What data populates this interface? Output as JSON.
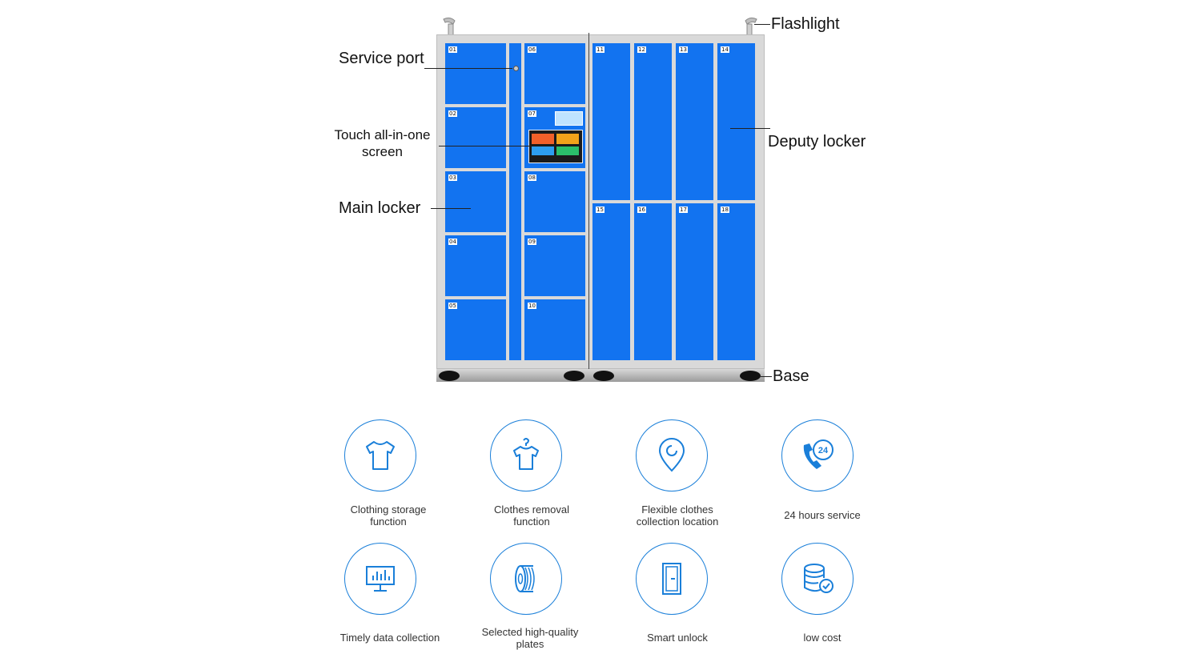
{
  "callouts": {
    "flashlight": "Flashlight",
    "service_port": "Service port",
    "touch_screen_line1": "Touch all-in-one",
    "touch_screen_line2": "screen",
    "main_locker": "Main locker",
    "deputy_locker": "Deputy locker",
    "base": "Base"
  },
  "main_locker_doors": [
    "01",
    "02",
    "03",
    "04",
    "05",
    "06",
    "07",
    "08",
    "09",
    "10"
  ],
  "deputy_locker_doors": [
    "11",
    "12",
    "13",
    "14",
    "15",
    "16",
    "17",
    "18"
  ],
  "features": [
    {
      "line1": "Clothing storage",
      "line2": "function",
      "icon": "t-shirt-icon"
    },
    {
      "line1": "Clothes removal",
      "line2": "function",
      "icon": "hanger-shirt-icon"
    },
    {
      "line1": "Flexible clothes",
      "line2": "collection location",
      "icon": "location-pin-icon"
    },
    {
      "line1": "24 hours service",
      "line2": "",
      "icon": "phone-24-icon"
    },
    {
      "line1": "Timely data collection",
      "line2": "",
      "icon": "monitor-chart-icon"
    },
    {
      "line1": "Selected high-quality",
      "line2": "plates",
      "icon": "plate-roll-icon"
    },
    {
      "line1": "Smart unlock",
      "line2": "",
      "icon": "door-icon"
    },
    {
      "line1": "low cost",
      "line2": "",
      "icon": "database-check-icon"
    }
  ],
  "colors": {
    "door_blue": "#1273f0",
    "icon_blue": "#1a7fd9"
  }
}
